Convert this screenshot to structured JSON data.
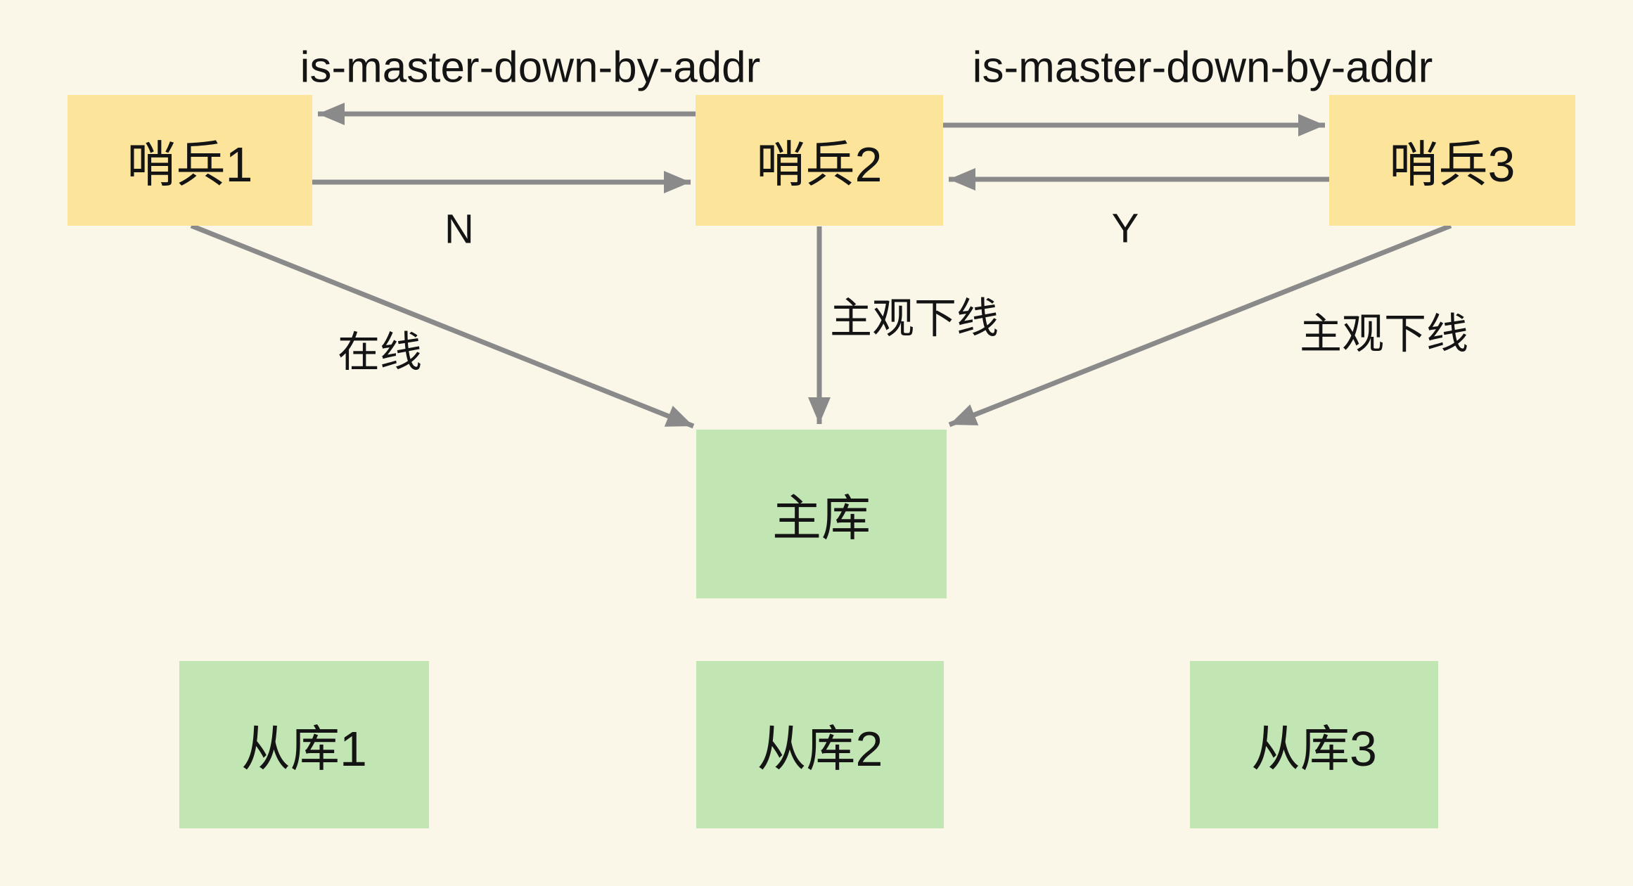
{
  "colors": {
    "background": "#FAF7E9",
    "sentinel_box": "#FCE49A",
    "db_box": "#C2E5B4",
    "arrow": "#8A8A8A",
    "text": "#141414"
  },
  "nodes": {
    "sentinel1": {
      "label": "哨兵1"
    },
    "sentinel2": {
      "label": "哨兵2"
    },
    "sentinel3": {
      "label": "哨兵3"
    },
    "master": {
      "label": "主库"
    },
    "slave1": {
      "label": "从库1"
    },
    "slave2": {
      "label": "从库2"
    },
    "slave3": {
      "label": "从库3"
    }
  },
  "edges": [
    {
      "from": "sentinel2",
      "to": "sentinel1",
      "label": "is-master-down-by-addr"
    },
    {
      "from": "sentinel1",
      "to": "sentinel2",
      "label": "N"
    },
    {
      "from": "sentinel2",
      "to": "sentinel3",
      "label": "is-master-down-by-addr"
    },
    {
      "from": "sentinel3",
      "to": "sentinel2",
      "label": "Y"
    },
    {
      "from": "sentinel1",
      "to": "master",
      "label": "在线"
    },
    {
      "from": "sentinel2",
      "to": "master",
      "label": "主观下线"
    },
    {
      "from": "sentinel3",
      "to": "master",
      "label": "主观下线"
    }
  ]
}
